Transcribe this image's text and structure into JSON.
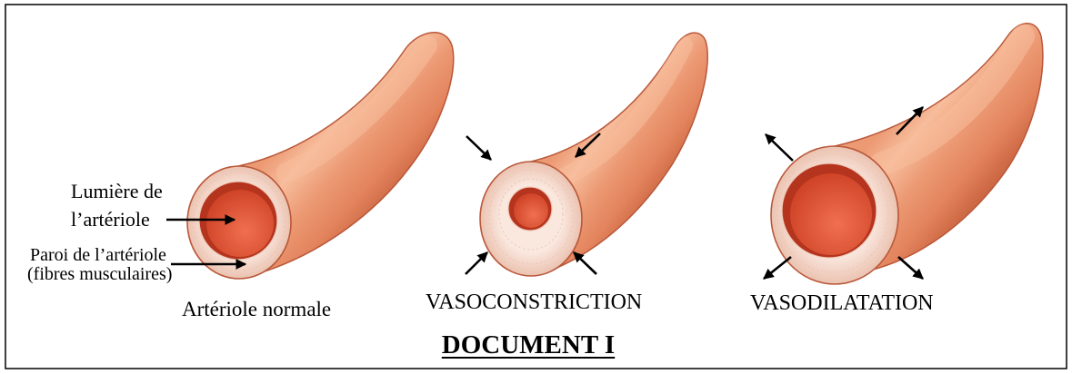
{
  "document_title": "DOCUMENT I",
  "annotations": {
    "lumen": {
      "line1": "Lumière de",
      "line2": "l’artériole"
    },
    "wall": {
      "line1": "Paroi de l’artériole",
      "line2": "(fibres musculaires)"
    }
  },
  "captions": {
    "normal": "Artériole normale",
    "constriction": "VASOCONSTRICTION",
    "dilatation": "VASODILATATION"
  },
  "colors": {
    "vessel_body": "#EC9A74",
    "vessel_body_light": "#F7BD9C",
    "vessel_body_mid": "#E3845D",
    "vessel_body_dark": "#C8633F",
    "vessel_outline": "#B9583A",
    "wall_light": "#FAE8DF",
    "wall_dark": "#EBC2B0",
    "lumen_rim": "#B5341D",
    "lumen_light": "#F07050",
    "lumen_dark": "#D04428",
    "arrow": "#000000",
    "frame": "#000000"
  }
}
